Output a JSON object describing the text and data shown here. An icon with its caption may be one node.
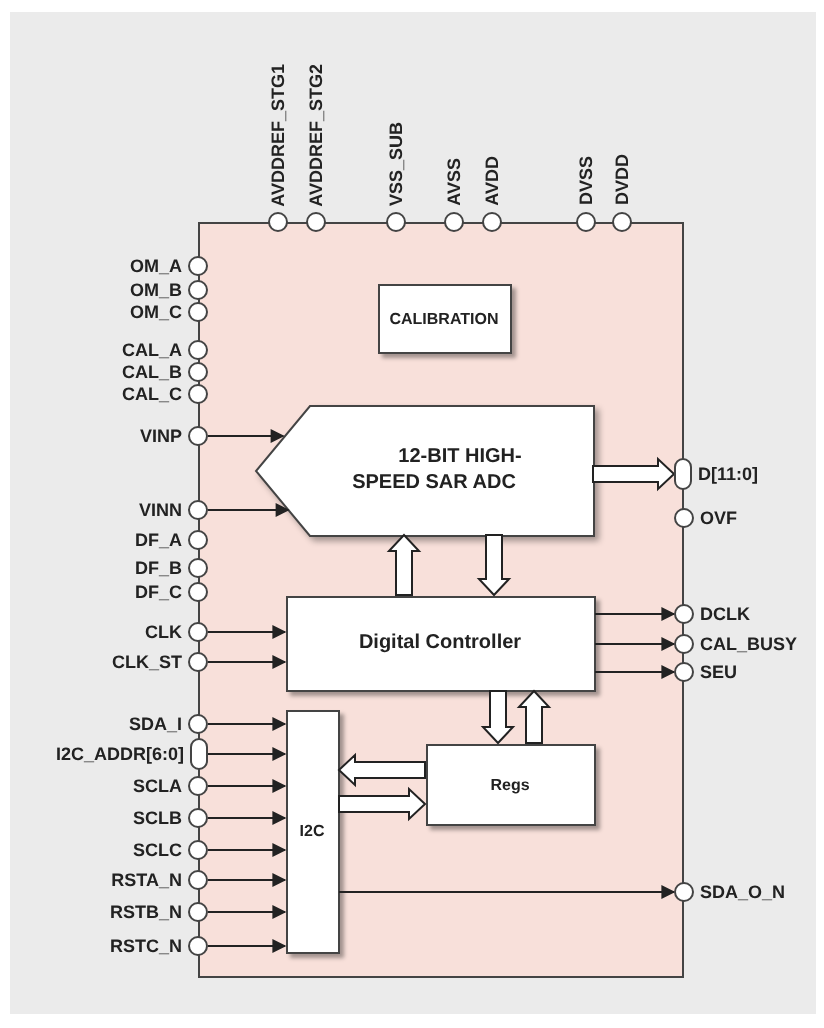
{
  "diagram": {
    "nodes": [
      {
        "text": [],
        "shape": "box"
      },
      {
        "text": [
          "AVDDREF_STG1"
        ]
      },
      {
        "text": [
          "AVDDREF_STG2"
        ]
      },
      {
        "text": [
          "VSS_SUB"
        ]
      },
      {
        "text": [
          "AVSS"
        ]
      },
      {
        "text": [
          "AVDD"
        ]
      },
      {
        "text": [
          "DVSS"
        ]
      },
      {
        "text": [
          "DVDD"
        ]
      },
      {
        "text": [
          "OM_A"
        ]
      },
      {
        "text": [
          "OM_B"
        ]
      },
      {
        "text": [
          "OM_C"
        ]
      },
      {
        "text": [
          "CAL_A"
        ]
      },
      {
        "text": [
          "CAL_B"
        ]
      },
      {
        "text": [
          "CAL_C"
        ]
      },
      {
        "text": [
          "VINP"
        ]
      },
      {
        "text": [
          "VINN"
        ]
      },
      {
        "text": [
          "DF_A"
        ]
      },
      {
        "text": [
          "DF_B"
        ]
      },
      {
        "text": [
          "DF_C"
        ]
      },
      {
        "text": [
          "CLK"
        ]
      },
      {
        "text": [
          "CLK_ST"
        ]
      },
      {
        "text": [
          "SDA_I"
        ]
      },
      {
        "text": [
          "I2C_ADDR[6:0]"
        ]
      },
      {
        "text": [
          "SCLA"
        ]
      },
      {
        "text": [
          "SCLB"
        ]
      },
      {
        "text": [
          "SCLC"
        ]
      },
      {
        "text": [
          "RSTA_N"
        ]
      },
      {
        "text": [
          "RSTB_N"
        ]
      },
      {
        "text": [
          "RSTC_N"
        ]
      },
      {
        "text": [
          "D[11:0]"
        ]
      },
      {
        "text": [
          "OVF"
        ]
      },
      {
        "text": [
          "DCLK"
        ]
      },
      {
        "text": [
          "CAL_BUSY"
        ]
      },
      {
        "text": [
          "SEU"
        ]
      },
      {
        "text": [
          "SDA_O_N"
        ]
      },
      {
        "text": [
          "CALIBRATION"
        ],
        "in": 0
      },
      {
        "text": [
          "12-BIT HIGH-SPEED SAR ADC"
        ],
        "in": 0
      },
      {
        "text": [
          "Digital Controller"
        ],
        "in": 0
      },
      {
        "text": [
          "I2C"
        ],
        "in": 0
      },
      {
        "text": [
          "Regs"
        ],
        "in": 0
      }
    ],
    "edges": [
      {
        "from": 14,
        "to": 36,
        "arrow": "to"
      },
      {
        "from": 15,
        "to": 36,
        "arrow": "to"
      },
      {
        "from": 36,
        "to": 29,
        "arrow": "to",
        "style": "thick"
      },
      {
        "from": 37,
        "to": 36,
        "arrow": "to",
        "style": "thick"
      },
      {
        "from": 36,
        "to": 37,
        "arrow": "to",
        "style": "thick"
      },
      {
        "from": 19,
        "to": 37,
        "arrow": "to"
      },
      {
        "from": 20,
        "to": 37,
        "arrow": "to"
      },
      {
        "from": 37,
        "to": 31,
        "arrow": "to"
      },
      {
        "from": 37,
        "to": 32,
        "arrow": "to"
      },
      {
        "from": 37,
        "to": 33,
        "arrow": "to"
      },
      {
        "from": 37,
        "to": 39,
        "arrow": "to",
        "style": "thick"
      },
      {
        "from": 39,
        "to": 37,
        "arrow": "to",
        "style": "thick"
      },
      {
        "from": 39,
        "to": 38,
        "arrow": "to",
        "style": "thick"
      },
      {
        "from": 38,
        "to": 39,
        "arrow": "to",
        "style": "thick"
      },
      {
        "from": 21,
        "to": 38,
        "arrow": "to"
      },
      {
        "from": 22,
        "to": 38,
        "arrow": "to"
      },
      {
        "from": 23,
        "to": 38,
        "arrow": "to"
      },
      {
        "from": 24,
        "to": 38,
        "arrow": "to"
      },
      {
        "from": 25,
        "to": 38,
        "arrow": "to"
      },
      {
        "from": 26,
        "to": 38,
        "arrow": "to"
      },
      {
        "from": 27,
        "to": 38,
        "arrow": "to"
      },
      {
        "from": 28,
        "to": 38,
        "arrow": "to"
      },
      {
        "from": 38,
        "to": 34,
        "arrow": "to"
      }
    ]
  }
}
